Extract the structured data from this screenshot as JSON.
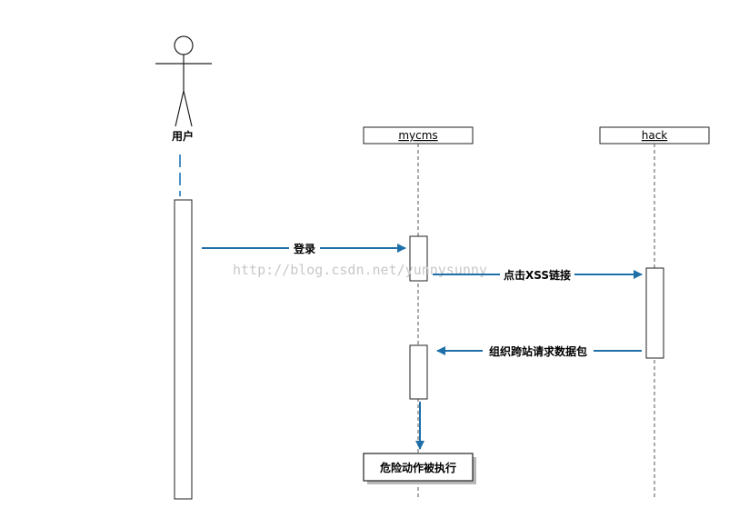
{
  "actors": {
    "user": {
      "label": "用户"
    },
    "mycms": {
      "label": "mycms"
    },
    "hack": {
      "label": "hack"
    }
  },
  "messages": {
    "login": {
      "label": "登录"
    },
    "click_xss": {
      "label": "点击XSS链接"
    },
    "csrf_packet": {
      "label": "组织跨站请求数据包"
    }
  },
  "result": {
    "label": "危险动作被执行"
  },
  "watermark": "http://blog.csdn.net/yunnysunny",
  "colors": {
    "arrow": "#1f6fa8",
    "dashed_user": "#4a90c8",
    "line": "#555555",
    "border": "#222222"
  }
}
